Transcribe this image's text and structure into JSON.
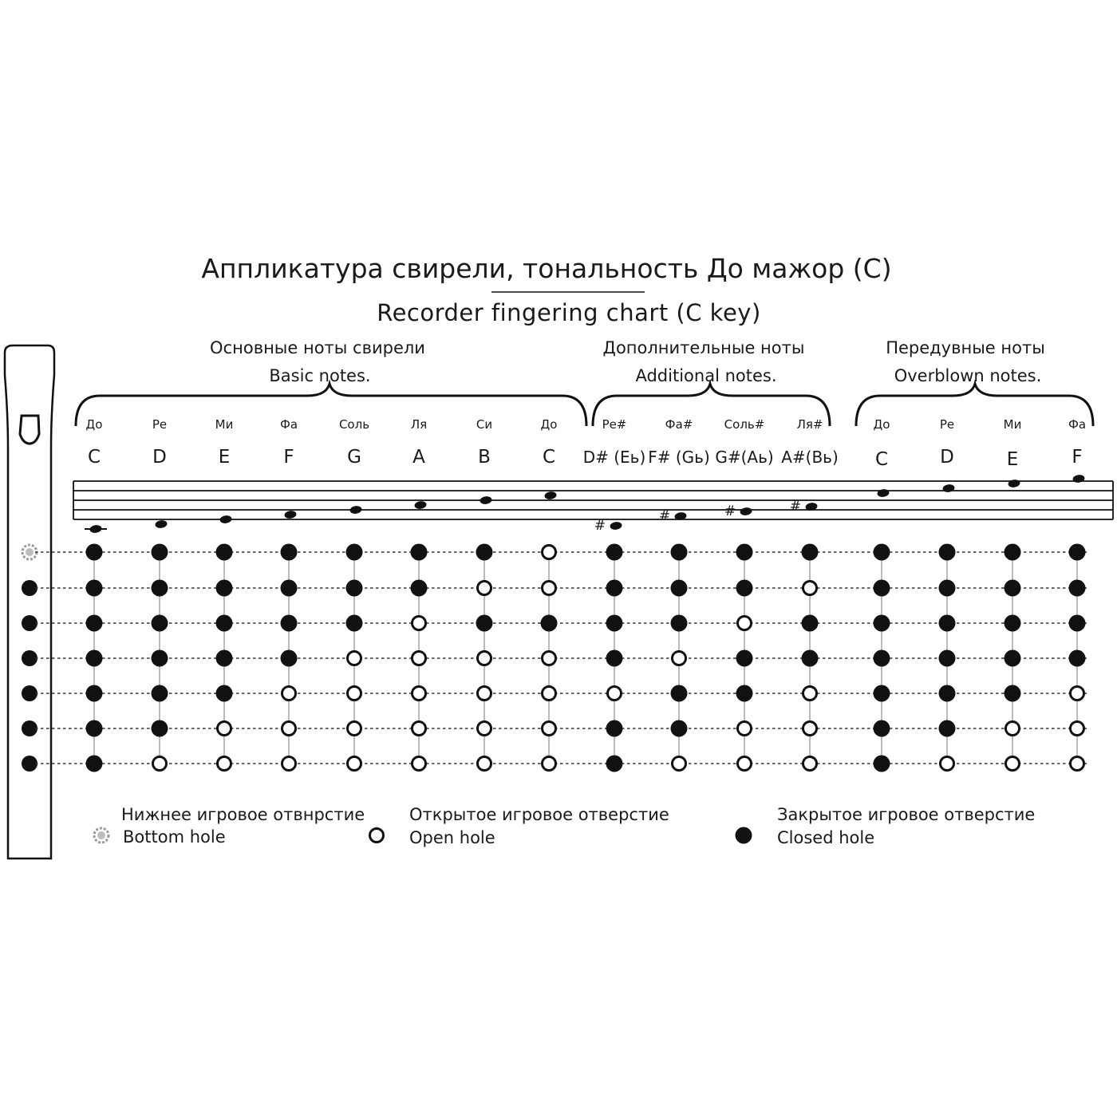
{
  "title_ru": "Аппликатура свирели, тональность До мажор (С)",
  "title_en": "Recorder fingering chart (C key)",
  "groups": [
    {
      "name_ru": "Основные ноты свирели",
      "name_en": "Basic notes.",
      "from": 0,
      "to": 7
    },
    {
      "name_ru": "Дополнительные ноты",
      "name_en": "Additional notes.",
      "from": 8,
      "to": 11
    },
    {
      "name_ru": "Передувные ноты",
      "name_en": "Overblown notes.",
      "from": 12,
      "to": 15
    }
  ],
  "notes": [
    {
      "ru": "До",
      "en": "C",
      "staff_step": -2,
      "sharp": false,
      "holes": [
        1,
        1,
        1,
        1,
        1,
        1,
        1
      ]
    },
    {
      "ru": "Ре",
      "en": "D",
      "staff_step": -1,
      "sharp": false,
      "holes": [
        1,
        1,
        1,
        1,
        1,
        1,
        0
      ]
    },
    {
      "ru": "Ми",
      "en": "E",
      "staff_step": 0,
      "sharp": false,
      "holes": [
        1,
        1,
        1,
        1,
        1,
        0,
        0
      ]
    },
    {
      "ru": "Фа",
      "en": "F",
      "staff_step": 1,
      "sharp": false,
      "holes": [
        1,
        1,
        1,
        1,
        0,
        0,
        0
      ]
    },
    {
      "ru": "Соль",
      "en": "G",
      "staff_step": 2,
      "sharp": false,
      "holes": [
        1,
        1,
        1,
        0,
        0,
        0,
        0
      ]
    },
    {
      "ru": "Ля",
      "en": "A",
      "staff_step": 3,
      "sharp": false,
      "holes": [
        1,
        1,
        0,
        0,
        0,
        0,
        0
      ]
    },
    {
      "ru": "Си",
      "en": "B",
      "staff_step": 4,
      "sharp": false,
      "holes": [
        1,
        0,
        1,
        0,
        0,
        0,
        0
      ]
    },
    {
      "ru": "До",
      "en": "C",
      "staff_step": 5,
      "sharp": false,
      "holes": [
        0,
        0,
        1,
        0,
        0,
        0,
        0
      ]
    },
    {
      "ru": "Ре#",
      "en": "D# (Eь)",
      "staff_step": -1,
      "sharp": true,
      "holes": [
        1,
        1,
        1,
        1,
        0,
        1,
        1
      ]
    },
    {
      "ru": "Фа#",
      "en": "F# (Gь)",
      "staff_step": 1,
      "sharp": true,
      "holes": [
        1,
        1,
        1,
        0,
        1,
        1,
        0
      ]
    },
    {
      "ru": "Соль#",
      "en": "G#(Aь)",
      "staff_step": 2,
      "sharp": true,
      "holes": [
        1,
        1,
        0,
        1,
        1,
        0,
        0
      ]
    },
    {
      "ru": "Ля#",
      "en": "A#(Bь)",
      "staff_step": 3,
      "sharp": true,
      "holes": [
        1,
        0,
        1,
        1,
        0,
        0,
        0
      ]
    },
    {
      "ru": "До",
      "en": "C",
      "staff_step": 5,
      "sharp": false,
      "holes": [
        1,
        1,
        1,
        1,
        1,
        1,
        1
      ]
    },
    {
      "ru": "Ре",
      "en": "D",
      "staff_step": 6,
      "sharp": false,
      "holes": [
        1,
        1,
        1,
        1,
        1,
        1,
        0
      ]
    },
    {
      "ru": "Ми",
      "en": "E",
      "staff_step": 7,
      "sharp": false,
      "holes": [
        1,
        1,
        1,
        1,
        1,
        0,
        0
      ]
    },
    {
      "ru": "Фа",
      "en": "F",
      "staff_step": 8,
      "sharp": false,
      "holes": [
        1,
        1,
        1,
        1,
        0,
        0,
        0
      ]
    }
  ],
  "legend": [
    {
      "symbol": "bottom",
      "label_ru": "Нижнее игровое отвнрстие",
      "label_en": "Bottom hole"
    },
    {
      "symbol": "open",
      "label_ru": "Открытое игровое отверстие",
      "label_en": "Open hole"
    },
    {
      "symbol": "closed",
      "label_ru": "Закрытое игровое отверстие",
      "label_en": "Closed hole"
    }
  ],
  "colors": {
    "ink": "#111111",
    "bottom_hole": "#9a9a9a",
    "guide": "#bbbbbb",
    "dots": "#333333"
  }
}
